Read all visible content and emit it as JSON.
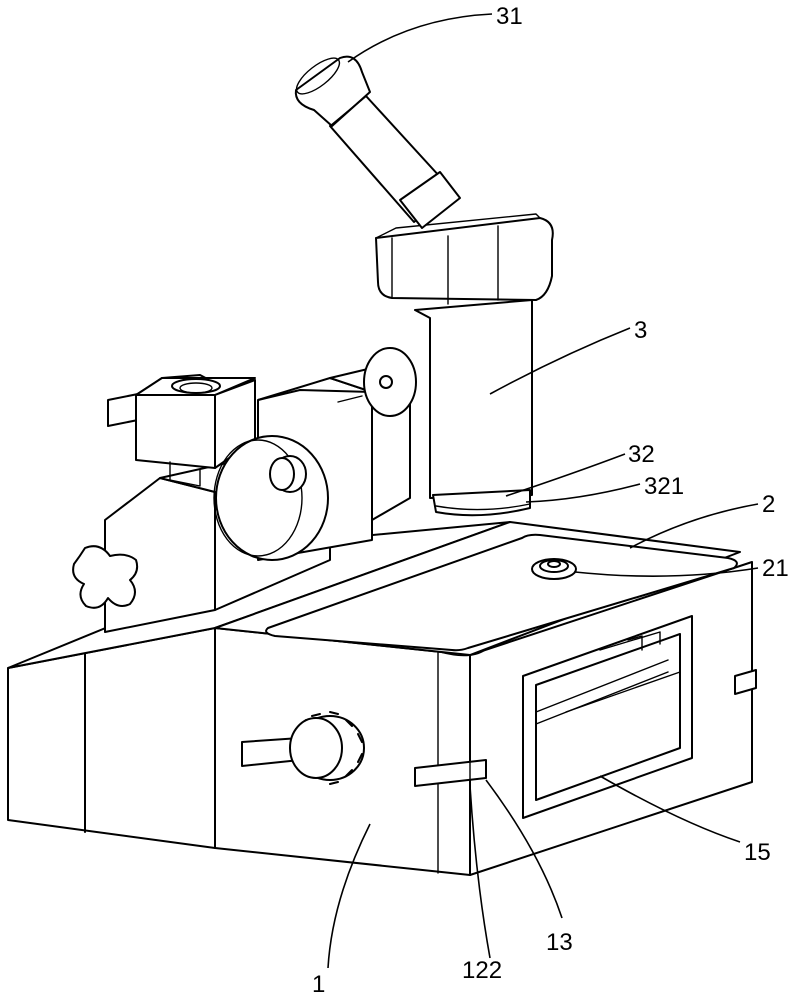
{
  "labels": {
    "n31": "31",
    "n3": "3",
    "n32": "32",
    "n321": "321",
    "n2": "2",
    "n21": "21",
    "n15": "15",
    "n13": "13",
    "n122": "122",
    "n1": "1"
  }
}
